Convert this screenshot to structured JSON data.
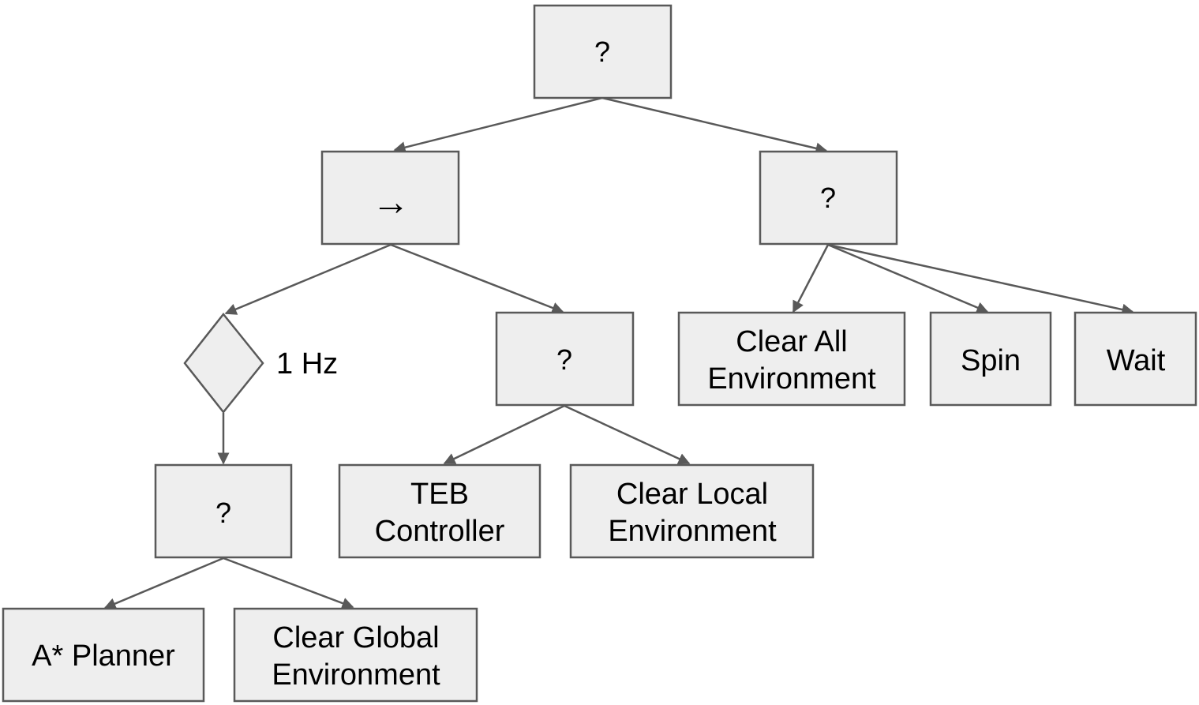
{
  "diagram": {
    "type": "behavior-tree",
    "line_color": "#595959",
    "node_fill": "#eeeeee",
    "nodes": {
      "root": "?",
      "seq": "→",
      "right_fallback": "?",
      "decorator_label": "1 Hz",
      "local_fallback": "?",
      "global_fallback": "?",
      "clear_all": [
        "Clear All",
        "Environment"
      ],
      "spin": "Spin",
      "wait": "Wait",
      "teb": [
        "TEB",
        "Controller"
      ],
      "clear_local": [
        "Clear Local",
        "Environment"
      ],
      "astar": "A* Planner",
      "clear_global": [
        "Clear Global",
        "Environment"
      ]
    }
  }
}
